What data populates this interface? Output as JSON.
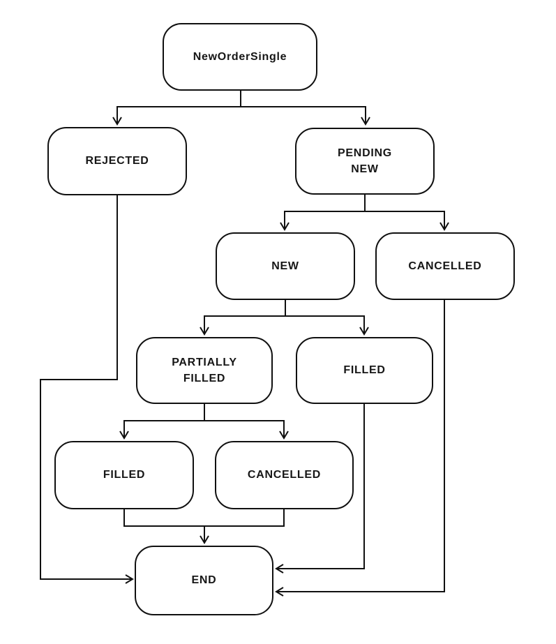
{
  "diagram": {
    "background_color": "#ffffff",
    "stroke_color": "#101010",
    "text_color": "#161616",
    "nodes": [
      {
        "id": "new_order_single",
        "label": "NewOrderSingle"
      },
      {
        "id": "rejected",
        "label": "REJECTED"
      },
      {
        "id": "pending_new",
        "label": "PENDING\nNEW"
      },
      {
        "id": "new",
        "label": "NEW"
      },
      {
        "id": "cancelled_after_pending",
        "label": "CANCELLED"
      },
      {
        "id": "partially_filled",
        "label": "PARTIALLY\nFILLED"
      },
      {
        "id": "filled_after_new",
        "label": "FILLED"
      },
      {
        "id": "filled_after_partial",
        "label": "FILLED"
      },
      {
        "id": "cancelled_after_partial",
        "label": "CANCELLED"
      },
      {
        "id": "end",
        "label": "END"
      }
    ],
    "edges": [
      {
        "from": "new_order_single",
        "to": "rejected"
      },
      {
        "from": "new_order_single",
        "to": "pending_new"
      },
      {
        "from": "pending_new",
        "to": "new"
      },
      {
        "from": "pending_new",
        "to": "cancelled_after_pending"
      },
      {
        "from": "new",
        "to": "partially_filled"
      },
      {
        "from": "new",
        "to": "filled_after_new"
      },
      {
        "from": "partially_filled",
        "to": "filled_after_partial"
      },
      {
        "from": "partially_filled",
        "to": "cancelled_after_partial"
      },
      {
        "from": "filled_after_partial",
        "to": "end"
      },
      {
        "from": "cancelled_after_partial",
        "to": "end"
      },
      {
        "from": "rejected",
        "to": "end"
      },
      {
        "from": "filled_after_new",
        "to": "end"
      },
      {
        "from": "cancelled_after_pending",
        "to": "end"
      }
    ]
  }
}
